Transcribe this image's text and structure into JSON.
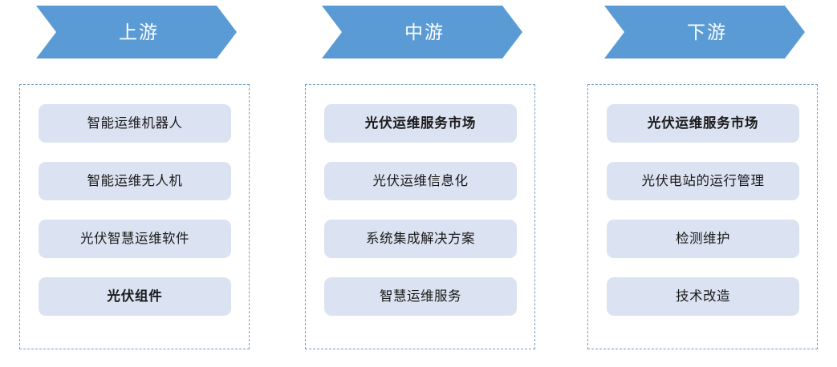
{
  "diagram": {
    "type": "value-chain",
    "accent_color": "#5b9bd5",
    "pill_color": "#dbe2f1",
    "dashed_border_color": "#6f9fbf",
    "banner_text_color": "#ffffff",
    "columns": [
      {
        "banner_label": "上游",
        "items": [
          {
            "label": "智能运维机器人",
            "bold": false
          },
          {
            "label": "智能运维无人机",
            "bold": false
          },
          {
            "label": "光伏智慧运维软件",
            "bold": false
          },
          {
            "label": "光伏组件",
            "bold": true
          }
        ]
      },
      {
        "banner_label": "中游",
        "items": [
          {
            "label": "光伏运维服务市场",
            "bold": true
          },
          {
            "label": "光伏运维信息化",
            "bold": false
          },
          {
            "label": "系统集成解决方案",
            "bold": false
          },
          {
            "label": "智慧运维服务",
            "bold": false
          }
        ]
      },
      {
        "banner_label": "下游",
        "items": [
          {
            "label": "光伏运维服务市场",
            "bold": true
          },
          {
            "label": "光伏电站的运行管理",
            "bold": false
          },
          {
            "label": "检测维护",
            "bold": false
          },
          {
            "label": "技术改造",
            "bold": false
          }
        ]
      }
    ]
  }
}
